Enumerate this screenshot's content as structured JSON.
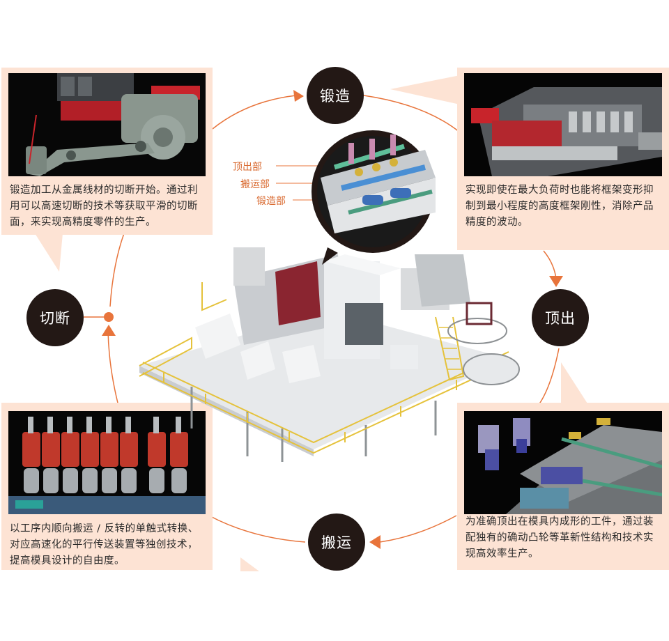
{
  "cycle": {
    "forging": "锻造",
    "ejection": "顶出",
    "transfer": "搬运",
    "cutting": "切断"
  },
  "callouts": {
    "ejection_part": "顶出部",
    "transfer_part": "搬运部",
    "forging_part": "锻造部"
  },
  "panels": {
    "top_left": "锻造加工从金属线材的切断开始。通过利用可以高速切断的技术等获取平滑的切断面，来实现高精度零件的生产。",
    "top_right": "实现即使在最大负荷时也能将框架变形抑制到最小程度的高度框架刚性，消除产品精度的波动。",
    "bottom_left": "以工序内顺向搬运 / 反转的单触式转换、对应高速化的平行传送装置等独创技术，提高模具设计的自由度。",
    "bottom_right": "为准确顶出在模具内成形的工件，通过装配独有的确动凸轮等革新性结构和技术实现高效率生产。"
  },
  "colors": {
    "accent": "#e8743b",
    "panel_bg": "#fde3d4",
    "node_bg": "#231815",
    "highlight_red": "#c8242b"
  }
}
